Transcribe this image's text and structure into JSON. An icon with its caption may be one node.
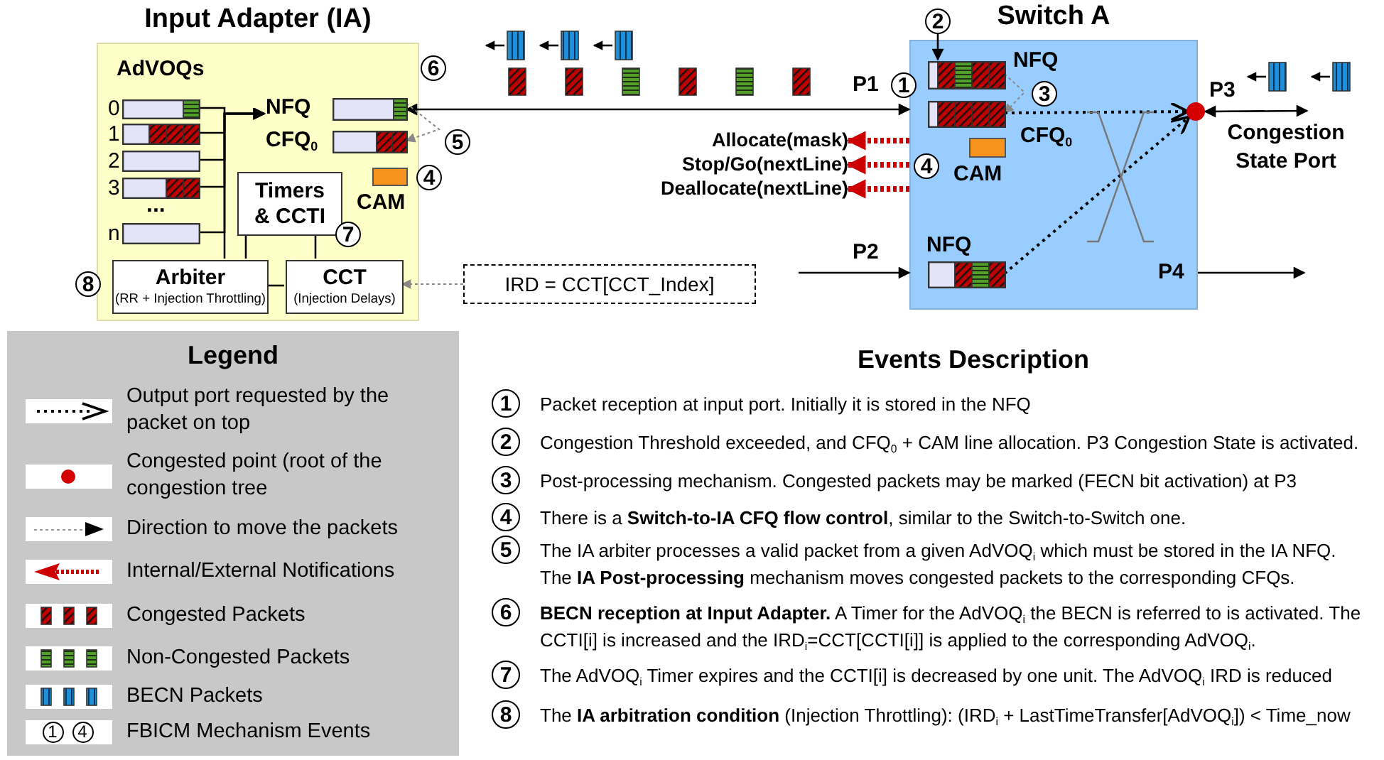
{
  "diagram": {
    "nodes": [
      {
        "text": [
          "Input Adapter (IA)"
        ]
      },
      {
        "text": [],
        "shape": "bar",
        "beside": [
          "0"
        ],
        "in": 0
      },
      {
        "text": [],
        "shape": "bar",
        "beside": [
          "1"
        ],
        "in": 0
      },
      {
        "text": [],
        "shape": "bar",
        "beside": [
          "2"
        ],
        "in": 0
      },
      {
        "text": [],
        "shape": "bar",
        "beside": [
          "3"
        ],
        "in": 0
      },
      {
        "text": [],
        "shape": "bar",
        "beside": [
          "n"
        ],
        "in": 0
      },
      {
        "text": [],
        "shape": "bar",
        "beside": [
          "NFQ"
        ],
        "in": 0
      },
      {
        "text": [],
        "shape": "bar",
        "beside": [
          "CFQ$_{0}$"
        ],
        "in": 0
      },
      {
        "text": [],
        "shape": "box",
        "beside": [
          "CAM"
        ],
        "in": 0
      },
      {
        "text": [
          "Timers & CCTI"
        ],
        "in": 0
      },
      {
        "text": [
          "Arbiter",
          "(RR + Injection Throttling)"
        ],
        "in": 0
      },
      {
        "text": [
          "CCT",
          "(Injection Delays)"
        ],
        "in": 0
      },
      {
        "text": [
          "IRD = CCT[CCT_Index]"
        ]
      },
      {
        "text": [
          "Switch A"
        ]
      },
      {
        "text": [
          "2"
        ]
      },
      {
        "text": [],
        "shape": "bar",
        "beside": [
          "NFQ"
        ],
        "in": 13
      },
      {
        "text": [],
        "shape": "bar",
        "beside": [
          "CFQ$_{0}$"
        ],
        "in": 13
      },
      {
        "text": [],
        "shape": "box",
        "beside": [
          "CAM"
        ],
        "in": 13
      },
      {
        "text": [],
        "shape": "bar",
        "beside": [
          "NFQ"
        ],
        "in": 13
      },
      {
        "text": [],
        "shape": "circle"
      },
      {
        "text": [
          "Allocate(mask)"
        ]
      },
      {
        "text": [
          "Stop/Go(nextLine)"
        ]
      },
      {
        "text": [
          "Deallocate(nextLine)"
        ]
      },
      {
        "text": [
          "Congestion State Port"
        ]
      },
      {
        "text": [
          "6"
        ]
      },
      {
        "text": [
          "5"
        ]
      },
      {
        "text": [
          "4"
        ]
      },
      {
        "text": [
          "7"
        ],
        "in": 0
      },
      {
        "text": [
          "8"
        ]
      },
      {
        "text": [
          "1"
        ]
      },
      {
        "text": [
          "3"
        ],
        "in": 13
      },
      {
        "text": [
          "4"
        ],
        "in": 13
      },
      {
        "text": [
          "1"
        ],
        "beside": [
          "Packet reception at input port. Initially it is stored in the NFQ"
        ]
      },
      {
        "text": [
          "2"
        ],
        "beside": [
          "Congestion Threshold exceeded, and CFQ$_{0}$ + CAM line allocation. P3 Congestion State is activated."
        ]
      },
      {
        "text": [
          "3"
        ],
        "beside": [
          "Post-processing mechanism. Congested packets may be marked (FECN bit activation) at P3"
        ]
      },
      {
        "text": [
          "4"
        ],
        "beside": [
          "There is a **Switch-to-IA CFQ flow control**, similar to the Switch-to-Switch one."
        ]
      },
      {
        "text": [
          "5"
        ],
        "beside": [
          "The IA arbiter processes a valid packet from a given AdVOQ$_{i}$ which must be stored in the IA NFQ. The **IA Post-processing** mechanism moves congested packets to the corresponding CFQs."
        ]
      },
      {
        "text": [
          "6"
        ],
        "beside": [
          "**BECN reception at Input Adapter.** A Timer for the AdVOQ$_{i}$ the BECN is referred to is activated. The CCTI[i] is increased and the IRD$_{i}$=CCT[CCTI[i]] is applied to the corresponding AdVOQ$_{i}$."
        ]
      },
      {
        "text": [
          "7"
        ],
        "beside": [
          "The AdVOQ$_{i}$ Timer expires and the CCTI[i] is decreased by one unit. The AdVOQ$_{i}$ IRD is reduced"
        ]
      },
      {
        "text": [
          "8"
        ],
        "beside": [
          "The **IA arbitration condition** (Injection Throttling): (IRD$_{i}$ + LastTimeTransfer[AdVOQ$_{i}$]) < Time_now"
        ]
      },
      {
        "text": [
          "1"
        ]
      },
      {
        "text": [
          "4"
        ]
      }
    ],
    "edges": [
      {
        "from": 1,
        "to": 6,
        "arrow": "to"
      },
      {
        "from": 2,
        "to": 6,
        "arrow": "to"
      },
      {
        "from": 3,
        "to": 6,
        "arrow": "to"
      },
      {
        "from": 4,
        "to": 6,
        "arrow": "to"
      },
      {
        "from": 5,
        "to": 6,
        "arrow": "to"
      },
      {
        "from": 10,
        "to": 6,
        "arrow": "to"
      },
      {
        "from": 9,
        "to": 10,
        "arrow": "none"
      },
      {
        "from": 9,
        "to": 11,
        "arrow": "none"
      },
      {
        "from": 10,
        "to": 11,
        "arrow": "none"
      },
      {
        "from": 12,
        "to": 11,
        "arrow": "to",
        "style": "dashed",
        "color": "#888888"
      },
      {
        "from": 6,
        "to": 13,
        "arrow": "both"
      },
      {
        "from": 6,
        "to": 7,
        "arrow": "to",
        "style": "dashed",
        "color": "#888888"
      },
      {
        "from": 14,
        "to": 15,
        "arrow": "to"
      },
      {
        "from": 15,
        "to": 16,
        "arrow": "to",
        "style": "dashed",
        "color": "#888888"
      },
      {
        "from": 16,
        "to": 19,
        "arrow": "to",
        "style": "dashed"
      },
      {
        "from": 18,
        "to": 19,
        "arrow": "to",
        "style": "dashed"
      },
      {
        "from": null,
        "to": 13,
        "arrow": "to"
      },
      {
        "from": 13,
        "to": null,
        "arrow": "to"
      },
      {
        "from": 19,
        "to": 23,
        "arrow": "both"
      },
      {
        "from": 13,
        "to": 20,
        "arrow": "to",
        "style": "dashed",
        "color": "#cc0000"
      },
      {
        "from": 13,
        "to": 21,
        "arrow": "to",
        "style": "dashed",
        "color": "#cc0000"
      },
      {
        "from": 13,
        "to": 22,
        "arrow": "to",
        "style": "dashed",
        "color": "#cc0000"
      }
    ],
    "labels": [
      "AdVOQs",
      "...",
      "P1",
      "P2",
      "P3",
      "P4",
      "Legend",
      "Events Description"
    ],
    "legend": [
      {
        "text": "Output port requested by the packet on top"
      },
      {
        "text": "Congested point (root of the congestion tree"
      },
      {
        "text": "Direction to move the packets"
      },
      {
        "text": "Internal/External Notifications"
      },
      {
        "text": "Congested Packets"
      },
      {
        "text": "Non-Congested Packets"
      },
      {
        "text": "BECN Packets"
      },
      {
        "text": "FBICM Mechanism Events"
      }
    ]
  }
}
